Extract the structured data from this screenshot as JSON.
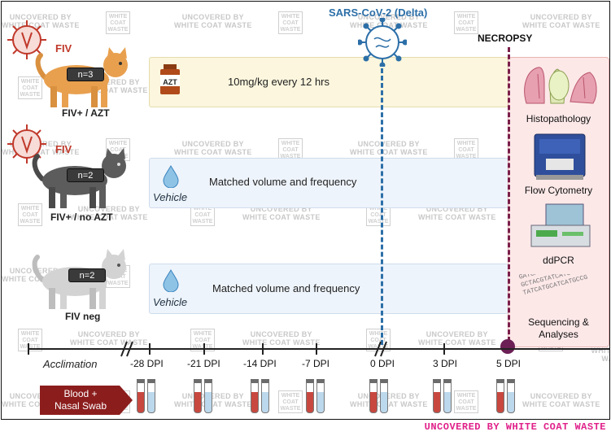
{
  "title": "SARS-CoV-2 (Delta)",
  "necropsy_label": "NECROPSY",
  "groups": [
    {
      "fiv_tag": "FIV",
      "n": "n=3",
      "label": "FIV+ / AZT"
    },
    {
      "fiv_tag": "FIV",
      "n": "n=2",
      "label": "FIV+ / no AZT"
    },
    {
      "n": "n=2",
      "label": "FIV neg"
    }
  ],
  "treatments": {
    "azt_badge": "AZT",
    "azt_text": "10mg/kg every 12 hrs",
    "vehicle_label": "Vehicle",
    "vehicle_text": "Matched volume and frequency"
  },
  "analyses": [
    "Histopathology",
    "Flow Cytometry",
    "ddPCR",
    "Sequencing &\nAnalyses"
  ],
  "timeline": {
    "acclimation": "Acclimation",
    "points": [
      "-28 DPI",
      "-21 DPI",
      "-14 DPI",
      "-7 DPI",
      "0 DPI",
      "3 DPI",
      "5 DPI"
    ]
  },
  "sampling_label": "Blood +\nNasal Swab",
  "watermark": "UNCOVERED BY\nWHITE COAT WASTE",
  "watermark_box": "WHITE\nCOAT\nWASTE",
  "footer": "UNCOVERED BY WHITE COAT WASTE",
  "colors": {
    "virus_line": "#2c6fa8",
    "necropsy_line": "#7a1f4a",
    "fiv_red": "#c0392b",
    "footer": "#e0218a"
  },
  "seq_text": "GATCATGCGCCTATACT GCTACGTATCATGCGCC TATCATGCATCATGCCG"
}
